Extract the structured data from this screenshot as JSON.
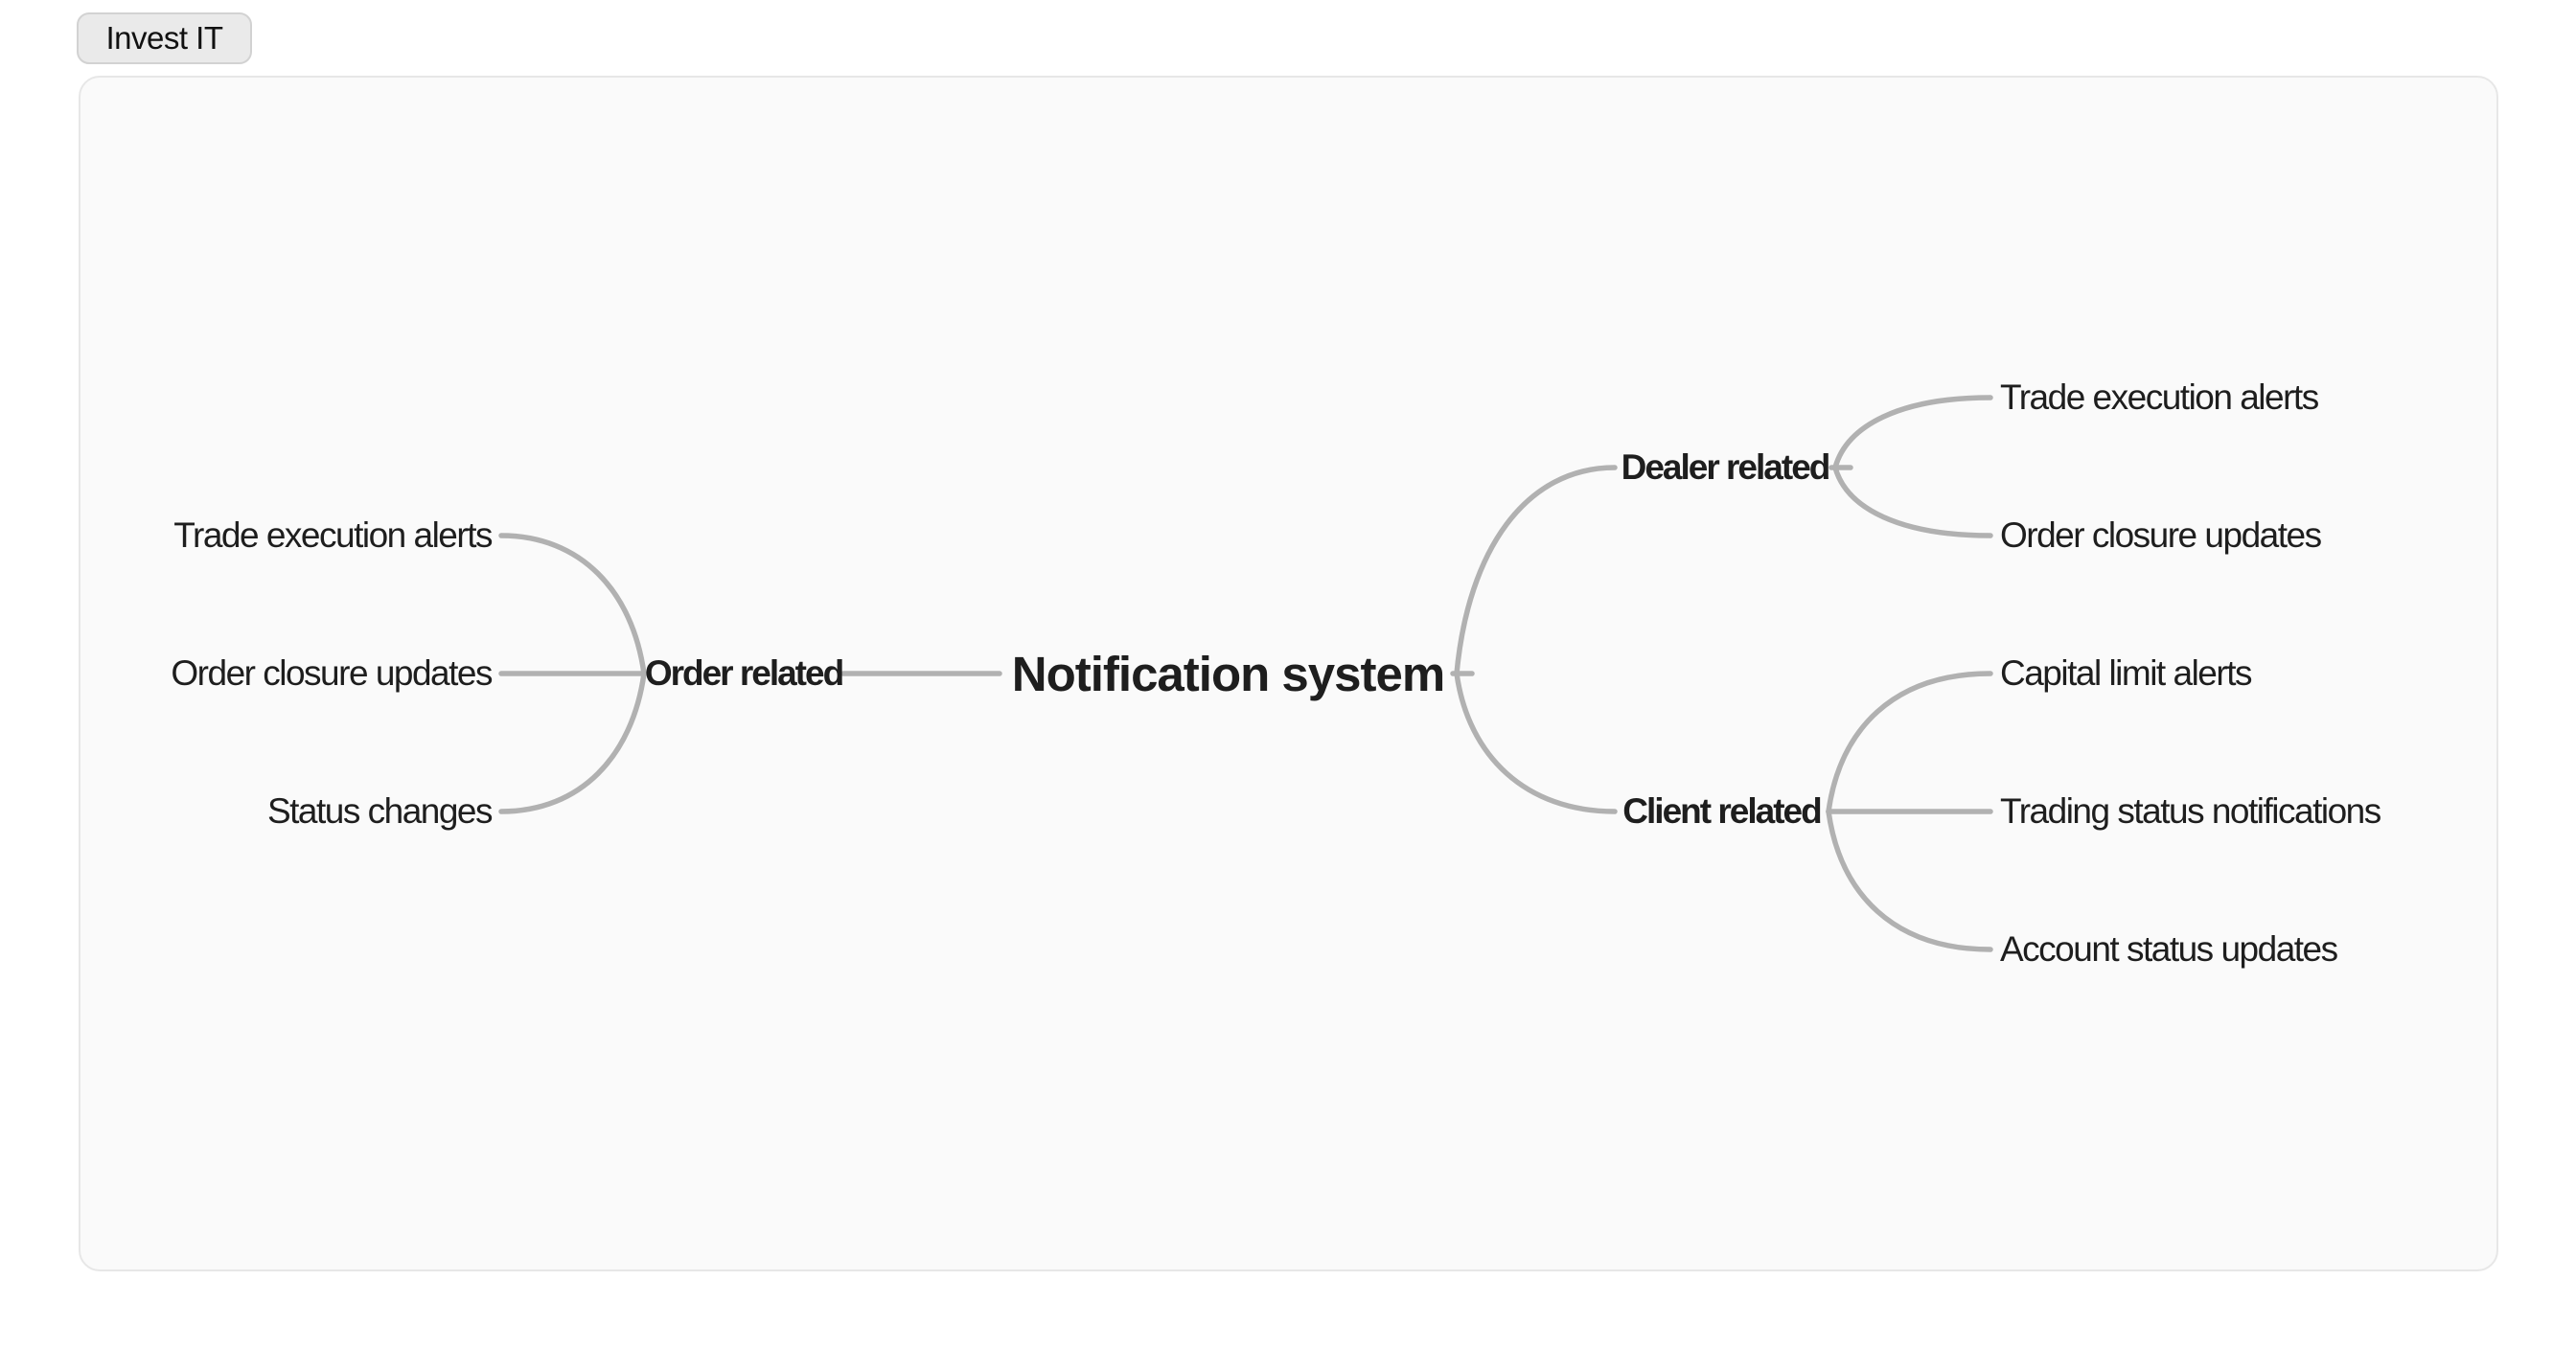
{
  "toolbar": {
    "button_label": "Invest IT"
  },
  "mindmap": {
    "root": {
      "label": "Notification system"
    },
    "branches": [
      {
        "label": "Order related",
        "side": "left",
        "children": [
          {
            "label": "Trade execution alerts"
          },
          {
            "label": "Order closure updates"
          },
          {
            "label": "Status changes"
          }
        ]
      },
      {
        "label": "Dealer related",
        "side": "right",
        "children": [
          {
            "label": "Trade execution alerts"
          },
          {
            "label": "Order closure updates"
          }
        ]
      },
      {
        "label": "Client related",
        "side": "right",
        "children": [
          {
            "label": "Capital limit alerts"
          },
          {
            "label": "Trading status notifications"
          },
          {
            "label": "Account status updates"
          }
        ]
      }
    ],
    "colors": {
      "link": "#b1b1b1",
      "text": "#1e1e1e",
      "panel_bg": "#fafafa",
      "panel_border": "#e7e7e7",
      "button_bg": "#eaeaea",
      "button_border": "#d2d2d2",
      "page_bg": "#ffffff"
    }
  }
}
